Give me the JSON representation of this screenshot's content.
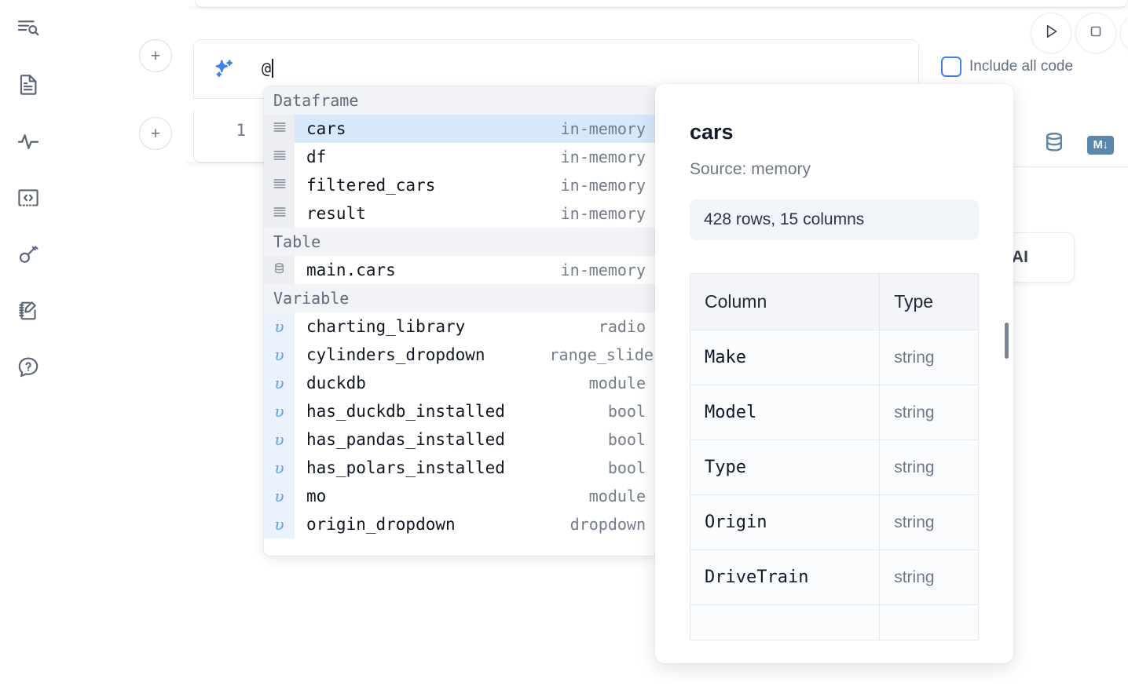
{
  "sidebar": {
    "items": [
      {
        "name": "explore-outline-icon",
        "label": "Outline / search"
      },
      {
        "name": "file-text-icon",
        "label": "Notebook file"
      },
      {
        "name": "activity-icon",
        "label": "Activity"
      },
      {
        "name": "code-embed-icon",
        "label": "Snippets"
      },
      {
        "name": "key-icon",
        "label": "Secrets"
      },
      {
        "name": "notepad-edit-icon",
        "label": "Scratchpad"
      },
      {
        "name": "help-chat-icon",
        "label": "Help"
      }
    ]
  },
  "toolbar": {
    "run_button_label": "Run",
    "stop_button_label": "Stop",
    "include_all_code_label": "Include all code",
    "include_all_code_checked": false,
    "add_cell_label": "+"
  },
  "ai_prompt": {
    "value": "@",
    "icon": "sparkles-icon"
  },
  "code_cell": {
    "line_number": "1",
    "right_icons": [
      {
        "name": "database-icon",
        "label": "Database"
      },
      {
        "name": "markdown-icon",
        "label": "M↓"
      }
    ]
  },
  "ai_card": {
    "label": "h AI"
  },
  "autocomplete": {
    "sections": [
      {
        "label": "Dataframe",
        "items": [
          {
            "icon": "dataframe-icon",
            "name": "cars",
            "type": "in-memory",
            "selected": true
          },
          {
            "icon": "dataframe-icon",
            "name": "df",
            "type": "in-memory",
            "selected": false
          },
          {
            "icon": "dataframe-icon",
            "name": "filtered_cars",
            "type": "in-memory",
            "selected": false
          },
          {
            "icon": "dataframe-icon",
            "name": "result",
            "type": "in-memory",
            "selected": false
          }
        ]
      },
      {
        "label": "Table",
        "items": [
          {
            "icon": "table-icon",
            "name": "main.cars",
            "type": "in-memory",
            "selected": false
          }
        ]
      },
      {
        "label": "Variable",
        "items": [
          {
            "icon": "variable-icon",
            "name": "charting_library",
            "type": "radio",
            "selected": false
          },
          {
            "icon": "variable-icon",
            "name": "cylinders_dropdown",
            "type": "range_slider",
            "selected": false
          },
          {
            "icon": "variable-icon",
            "name": "duckdb",
            "type": "module",
            "selected": false
          },
          {
            "icon": "variable-icon",
            "name": "has_duckdb_installed",
            "type": "bool",
            "selected": false
          },
          {
            "icon": "variable-icon",
            "name": "has_pandas_installed",
            "type": "bool",
            "selected": false
          },
          {
            "icon": "variable-icon",
            "name": "has_polars_installed",
            "type": "bool",
            "selected": false
          },
          {
            "icon": "variable-icon",
            "name": "mo",
            "type": "module",
            "selected": false
          },
          {
            "icon": "variable-icon",
            "name": "origin_dropdown",
            "type": "dropdown",
            "selected": false
          }
        ]
      }
    ]
  },
  "doc_panel": {
    "title": "cars",
    "source": "Source: memory",
    "shape": "428 rows, 15 columns",
    "columns_header": "Column",
    "type_header": "Type",
    "rows": [
      {
        "column": "Make",
        "type": "string"
      },
      {
        "column": "Model",
        "type": "string"
      },
      {
        "column": "Type",
        "type": "string"
      },
      {
        "column": "Origin",
        "type": "string"
      },
      {
        "column": "DriveTrain",
        "type": "string"
      }
    ]
  },
  "colors": {
    "accent_blue": "#3b82f6",
    "selected_row": "#d8e8fb",
    "section_header": "#f1f3f6",
    "icon_steel": "#5a87ab",
    "text_primary": "#101522",
    "text_muted": "#737c8b"
  }
}
